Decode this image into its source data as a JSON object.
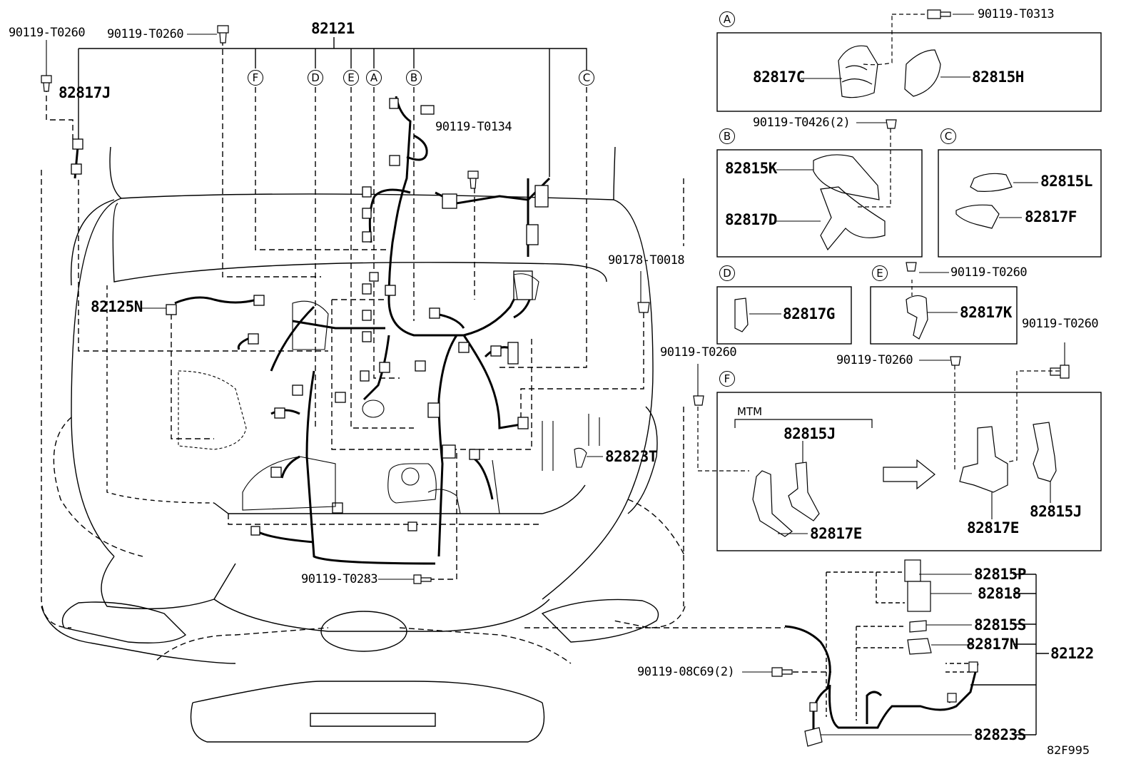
{
  "main_assembly": {
    "harness_number": "82121",
    "left_bolt": "90119-T0260",
    "left_bolt_2": "90119-T0260",
    "clamp_82817j": "82817J",
    "bolt_t0134": "90119-T0134",
    "grommet_82125n": "82125N",
    "clip_t0018": "90178-T0018",
    "bolt_t0283": "90119-T0283",
    "protector_82823t": "82823T"
  },
  "callouts": {
    "a": "A",
    "b": "B",
    "c": "C",
    "d": "D",
    "e": "E",
    "f": "F"
  },
  "detail_a": {
    "tag": "A",
    "bolt": "90119-T0313",
    "clamp": "82817C",
    "protector": "82815H"
  },
  "detail_b": {
    "tag": "B",
    "bolt": "90119-T0426(2)",
    "protector": "82815K",
    "clamp": "82817D"
  },
  "detail_c": {
    "tag": "C",
    "protector": "82815L",
    "clamp": "82817F"
  },
  "detail_d": {
    "tag": "D",
    "clamp": "82817G"
  },
  "detail_e": {
    "tag": "E",
    "bolt": "90119-T0260",
    "clamp": "82817K"
  },
  "detail_f": {
    "tag": "F",
    "bolt_left": "90119-T0260",
    "bolt_mid": "90119-T0260",
    "bolt_right": "90119-T0260",
    "variant": "MTM",
    "protector_before": "82815J",
    "clamp_before": "82817E",
    "clamp_after": "82817E",
    "protector_after": "82815J"
  },
  "sub_harness": {
    "harness_number": "82122",
    "protector_p": "82815P",
    "block": "82818",
    "protector_s": "82815S",
    "clamp_n": "82817N",
    "bolt": "90119-08C69(2)",
    "protector_bottom": "82823S"
  },
  "figure_ref": "82F995"
}
